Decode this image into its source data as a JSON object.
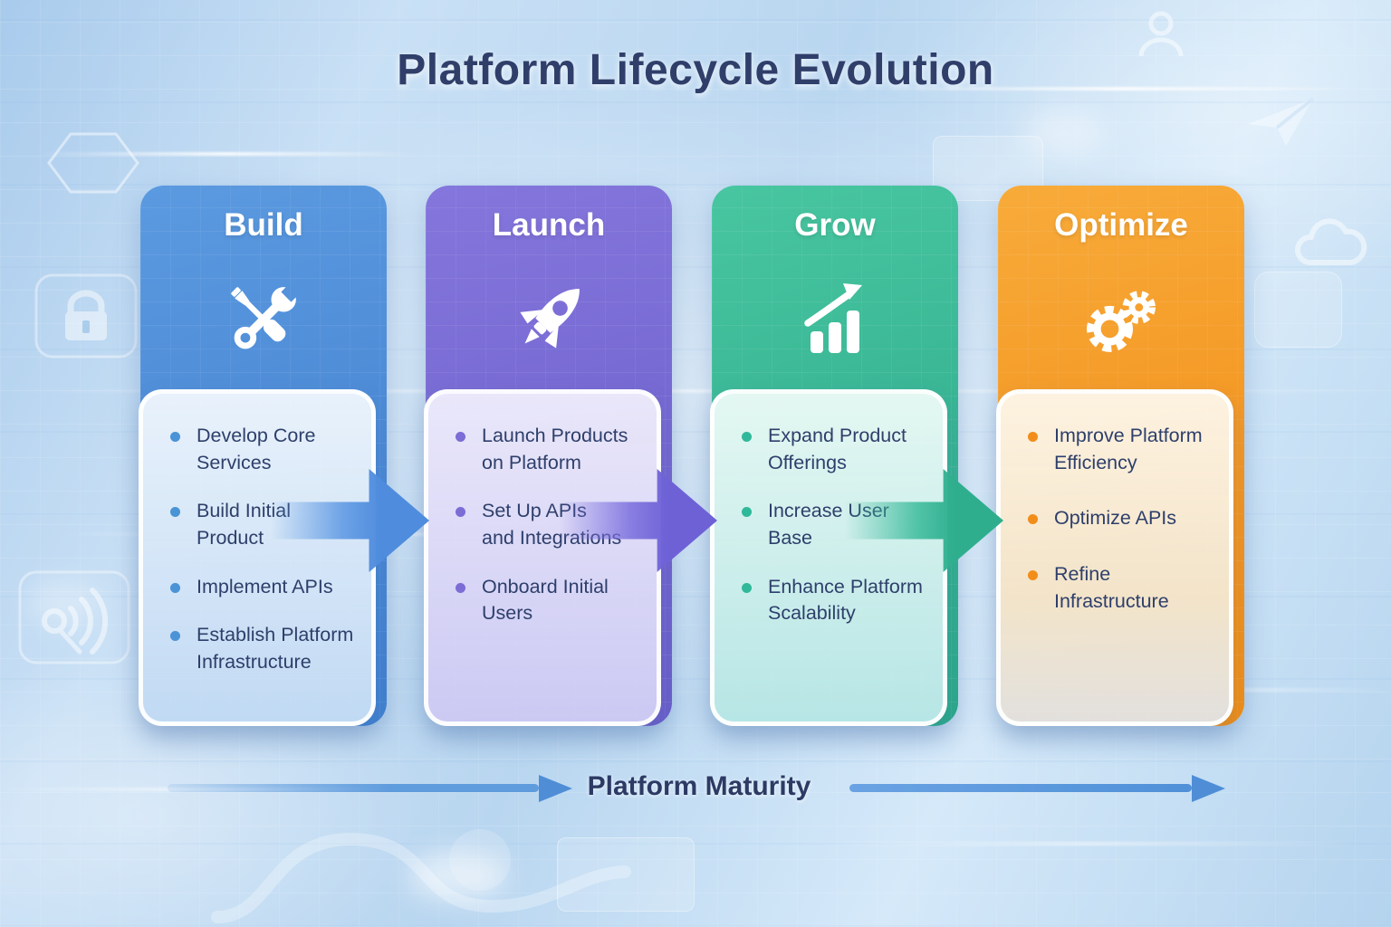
{
  "title": "Platform Lifecycle Evolution",
  "axis": {
    "label": "Platform Maturity"
  },
  "stages": [
    {
      "name": "Build",
      "icon": "tools-icon",
      "header_color": "#4a87d4",
      "bullet_color": "#4a93d6",
      "items": [
        "Develop Core\nServices",
        "Build Initial\nProduct",
        "Implement APIs",
        "Establish Platform\nInfrastructure"
      ]
    },
    {
      "name": "Launch",
      "icon": "rocket-icon",
      "header_color": "#7265cf",
      "bullet_color": "#7b6cd6",
      "items": [
        "Launch Products\non Platform",
        "Set Up APIs\nand Integrations",
        "Onboard Initial\nUsers"
      ]
    },
    {
      "name": "Grow",
      "icon": "growth-chart-icon",
      "header_color": "#35b191",
      "bullet_color": "#2fb99a",
      "items": [
        "Expand Product\nOfferings",
        "Increase User\nBase",
        "Enhance Platform\nScalability"
      ]
    },
    {
      "name": "Optimize",
      "icon": "gears-icon",
      "header_color": "#f39420",
      "bullet_color": "#f28d1a",
      "items": [
        "Improve Platform\nEfficiency",
        "Optimize APIs",
        "Refine\nInfrastructure"
      ]
    }
  ],
  "colors": {
    "title_text": "#303e6a",
    "body_text": "#2e3f6b",
    "axis_arrow": "#5f9cde",
    "flow_arrow_build": "#4f8cdd",
    "flow_arrow_launch": "#6e61d6",
    "flow_arrow_grow": "#2fae8e",
    "background": "#c9e0f5"
  }
}
